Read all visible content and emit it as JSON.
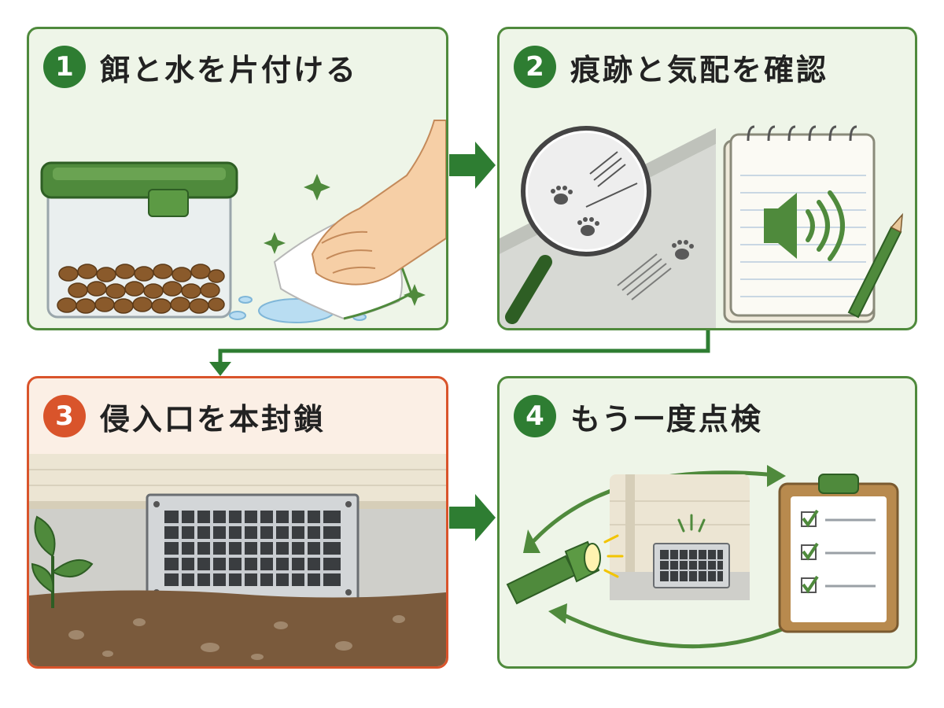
{
  "steps": [
    {
      "number": "1",
      "title": "餌と水を片付ける"
    },
    {
      "number": "2",
      "title": "痕跡と気配を確認"
    },
    {
      "number": "3",
      "title": "侵入口を本封鎖"
    },
    {
      "number": "4",
      "title": "もう一度点検"
    }
  ],
  "icons": {
    "step1": [
      "food-container-icon",
      "kibble-icon",
      "hand-icon",
      "cloth-icon",
      "water-puddle-icon",
      "sparkle-icon"
    ],
    "step2": [
      "magnifier-icon",
      "paw-print-icon",
      "scratch-mark-icon",
      "notebook-icon",
      "speaker-icon",
      "pencil-icon"
    ],
    "step3": [
      "wall-icon",
      "vent-grate-icon",
      "plant-icon",
      "soil-icon"
    ],
    "step4": [
      "flashlight-icon",
      "vent-grate-icon",
      "clipboard-icon",
      "checkbox-icon",
      "cycle-arrow-icon"
    ]
  },
  "colors": {
    "primary_green": "#2e7d32",
    "panel_border_green": "#4f8a3c",
    "panel_bg_green": "#eef5e8",
    "alert_orange": "#d9542b",
    "panel_bg_alert": "#fbefe5",
    "arrow_green": "#2e7d32"
  }
}
